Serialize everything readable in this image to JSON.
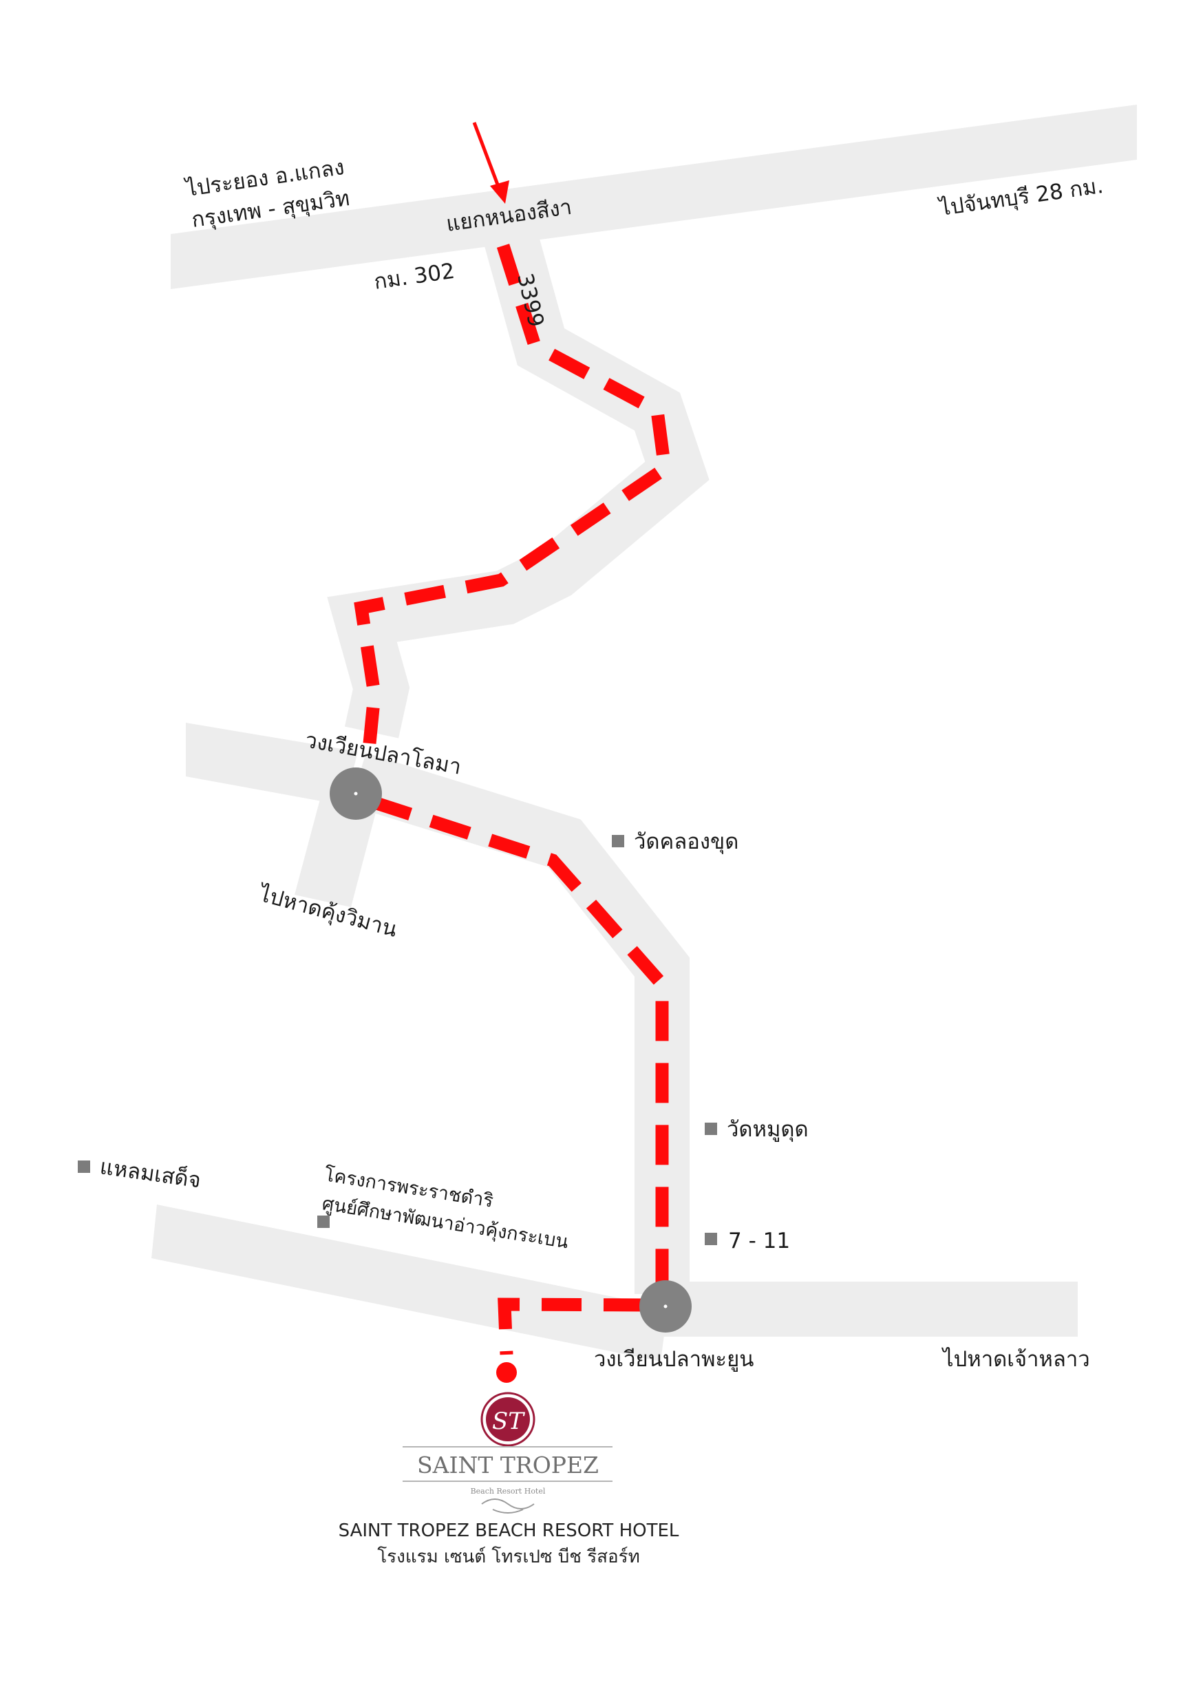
{
  "map": {
    "colors": {
      "road": "#ededed",
      "route": "#ff0a0a",
      "roundabout": "#828282",
      "landmark": "#7c7c7c",
      "logo_maroon": "#9c1a3a"
    },
    "labels": {
      "to_rayong_line1": "ไประยอง อ.แกลง",
      "to_rayong_line2": "กรุงเทพ - สุขุมวิท",
      "nong_sing_junction": "แยกหนองสีงา",
      "to_chanthaburi": "ไปจันทบุรี 28 กม.",
      "km_302": "กม. 302",
      "road_3399": "3399",
      "pla_lo_ma_roundabout": "วงเวียนปลาโลมา",
      "to_kung_wiman_beach": "ไปหาดคุ้งวิมาน",
      "pla_pha_yoon_roundabout": "วงเวียนปลาพะยูน",
      "to_chao_lao_beach": "ไปหาดเจ้าหลาว",
      "royal_project_line1": "โครงการพระราชดำริ",
      "royal_project_line2": "ศูนย์ศึกษาพัฒนาอ่าวคุ้งกระเบน"
    },
    "landmarks": [
      {
        "name": "วัดคลองขุด",
        "icon": "square-marker-icon"
      },
      {
        "name": "วัดหมูดุด",
        "icon": "square-marker-icon"
      },
      {
        "name": "7 - 11",
        "icon": "square-marker-icon"
      },
      {
        "name": "แหลมเสด็จ",
        "icon": "square-marker-icon"
      }
    ],
    "hotel": {
      "monogram": "ST",
      "logo_name": "SAINT TROPEZ",
      "logo_tagline": "Beach Resort Hotel",
      "name_en": "SAINT TROPEZ BEACH RESORT HOTEL",
      "name_th": "โรงแรม เซนต์ โทรเปซ บีช รีสอร์ท"
    }
  }
}
